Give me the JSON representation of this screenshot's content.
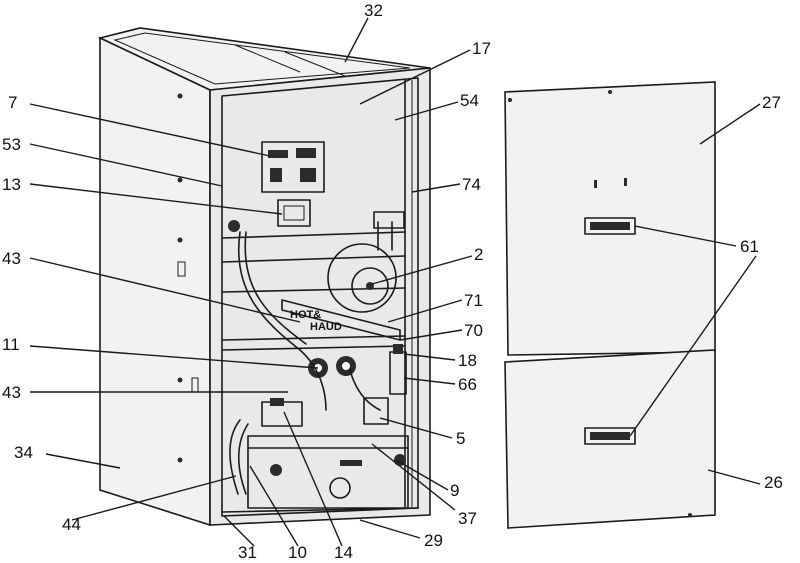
{
  "callouts": {
    "c32": "32",
    "c17": "17",
    "c54": "54",
    "c27": "27",
    "c7": "7",
    "c53": "53",
    "c13": "13",
    "c74": "74",
    "c61": "61",
    "c43a": "43",
    "c2": "2",
    "c71": "71",
    "c70": "70",
    "c11": "11",
    "c18": "18",
    "c43b": "43",
    "c66": "66",
    "c5": "5",
    "c34": "34",
    "c26": "26",
    "c9": "9",
    "c37": "37",
    "c44": "44",
    "c29": "29",
    "c31": "31",
    "c10": "10",
    "c14": "14"
  },
  "colors": {
    "line": "#1a1a1a",
    "panel": "#f2f2f2",
    "background": "#ffffff"
  }
}
